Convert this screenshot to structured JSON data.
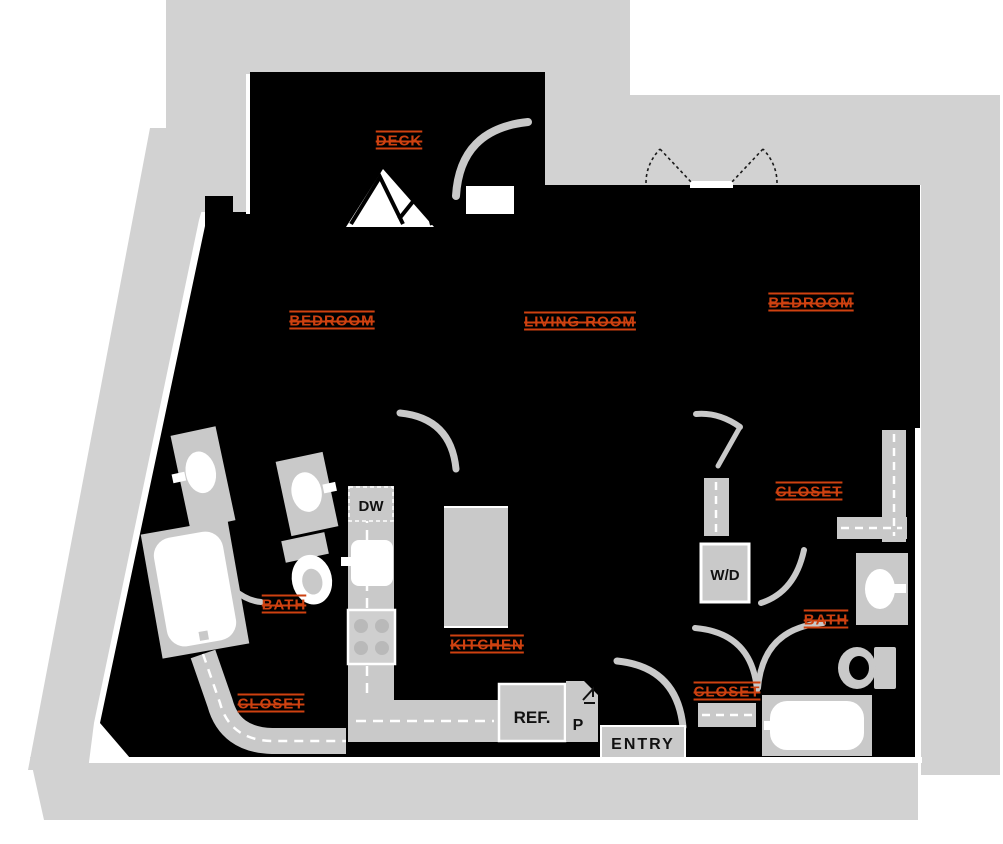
{
  "rooms": {
    "deck": "DECK",
    "bedroom_left": "BEDROOM",
    "living_room": "LIVING ROOM",
    "bedroom_right": "BEDROOM",
    "bath_left": "BATH",
    "closet_left": "CLOSET",
    "kitchen": "KITCHEN",
    "closet_right": "CLOSET",
    "bath_right": "BATH",
    "closet_bath_right": "CLOSET",
    "entry": "ENTRY"
  },
  "appliances": {
    "dishwasher": "DW",
    "washer_dryer": "W/D",
    "refrigerator": "REF.",
    "pantry": "P"
  },
  "colors": {
    "backdrop_gray": "#d2d2d2",
    "wall_black": "#000000",
    "fixture_gray": "#c9c9c9",
    "room_label_orange": "#ce4110",
    "fixture_white": "#ffffff"
  }
}
